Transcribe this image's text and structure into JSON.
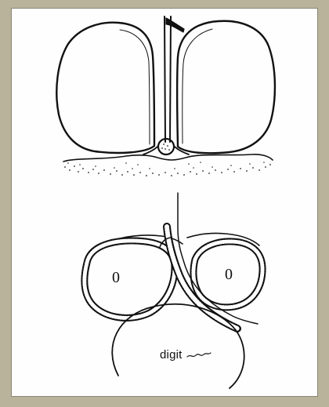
{
  "figure": {
    "bottom_label": "digit",
    "left_ring_mark": "0",
    "right_ring_mark": "0"
  }
}
